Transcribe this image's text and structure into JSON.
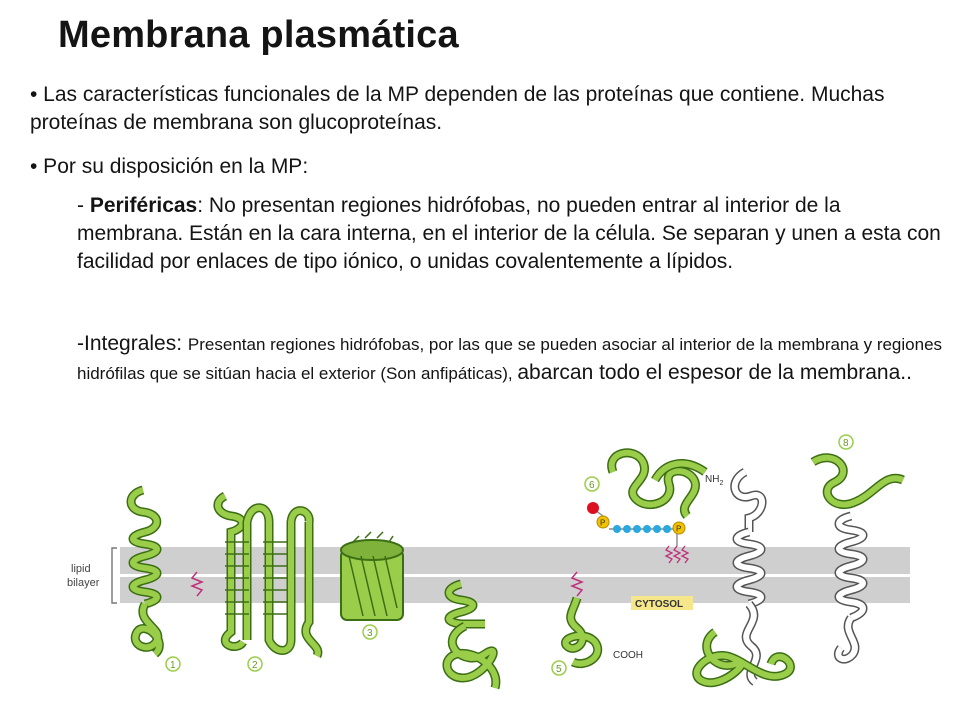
{
  "slide": {
    "title": "Membrana plasmática",
    "bullet1": "• Las características funcionales de la MP dependen de las proteínas que contiene. Muchas proteínas de membrana son glucoproteínas.",
    "bullet2": "• Por su disposición en la MP:",
    "peripheral": {
      "dash": "- ",
      "term": "Periféricas",
      "text": ": No presentan regiones hidrófobas, no pueden entrar al interior de la membrana. Están en la cara interna, en el interior de la célula. Se separan y unen a esta con facilidad por enlaces de tipo iónico, o unidas covalentemente a lípidos."
    },
    "integral": {
      "dash": "-",
      "term": "Integrales",
      "colon": ": ",
      "small_text": "Presentan regiones hidrófobas, por las que se pueden asociar al interior de la membrana y regiones hidrófilas que se sitúan hacia el exterior (Son anfipáticas), ",
      "end_text": "abarcan todo el espesor de la membrana.."
    }
  },
  "figure": {
    "lipid_label_1": "lipid",
    "lipid_label_2": "bilayer",
    "cytosol_label": "CYTOSOL",
    "nh2_label": "NH",
    "nh2_sub": "2",
    "cooh_label": "COOH",
    "p_label": "P",
    "numbers": [
      "1",
      "2",
      "3",
      "5",
      "6",
      "8"
    ],
    "colors": {
      "protein_green": "#9acd4a",
      "protein_outline": "#3c6e14",
      "bilayer_gray": "#cfcfcf",
      "white_protein": "#ffffff",
      "lipid_anchor_pink": "#c0307a",
      "phosphate_yellow": "#f2c200",
      "chain_blue": "#2aa8e0",
      "red_dot": "#dd1020",
      "cytosol_box": "#f6e88a"
    }
  }
}
